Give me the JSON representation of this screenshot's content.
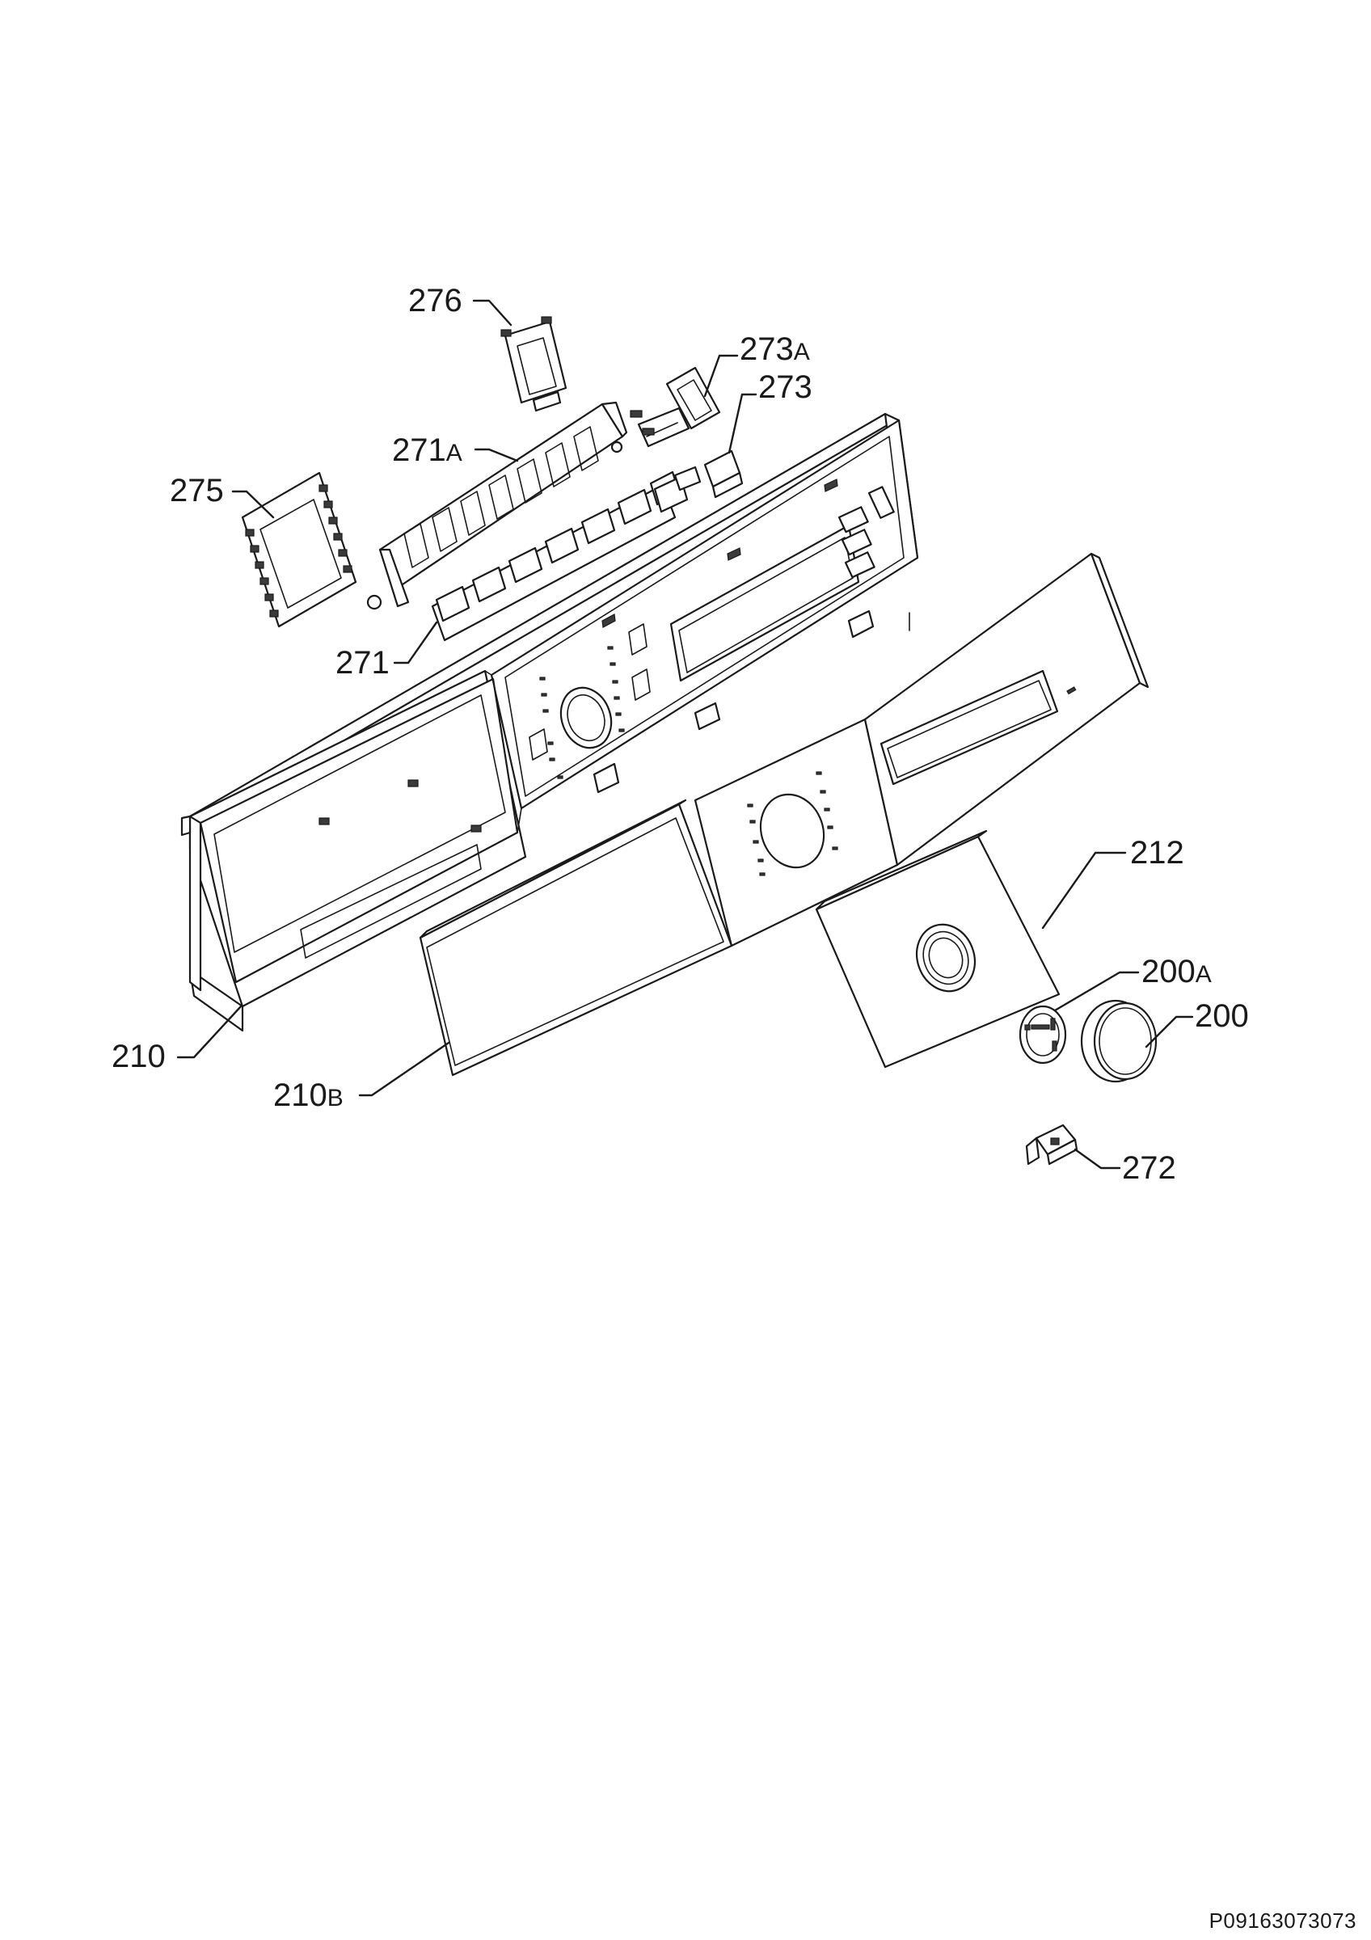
{
  "callouts": {
    "c276": "276",
    "c273a_num": "273",
    "c273a_suffix": "A",
    "c273": "273",
    "c271a_num": "271",
    "c271a_suffix": "A",
    "c275": "275",
    "c271": "271",
    "c212": "212",
    "c200a_num": "200",
    "c200a_suffix": "A",
    "c200": "200",
    "c210": "210",
    "c210b_num": "210",
    "c210b_suffix": "B",
    "c272": "272"
  },
  "drawing_code": "P09163073073",
  "colors": {
    "line": "#1a1a1a",
    "background": "#ffffff"
  }
}
